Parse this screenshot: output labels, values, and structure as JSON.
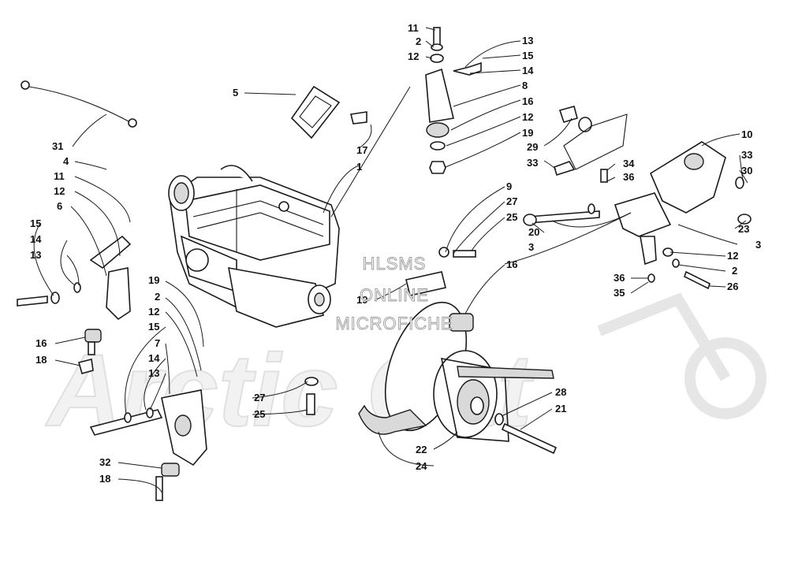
{
  "watermark": {
    "lines": [
      "HLSMS",
      "ONLINE",
      "MICROFICHE"
    ]
  },
  "brand_mark": "Arctic Cat",
  "callouts": [
    "11",
    "2",
    "12",
    "13",
    "15",
    "14",
    "8",
    "16",
    "12",
    "19",
    "33",
    "29",
    "5",
    "17",
    "1",
    "31",
    "4",
    "11",
    "12",
    "6",
    "15",
    "14",
    "13",
    "19",
    "2",
    "12",
    "15",
    "7",
    "14",
    "13",
    "16",
    "18",
    "32",
    "18",
    "9",
    "27",
    "25",
    "20",
    "3",
    "16",
    "19",
    "27",
    "25",
    "22",
    "24",
    "28",
    "21",
    "10",
    "33",
    "30",
    "34",
    "36",
    "23",
    "3",
    "12",
    "2",
    "26",
    "36",
    "35"
  ]
}
